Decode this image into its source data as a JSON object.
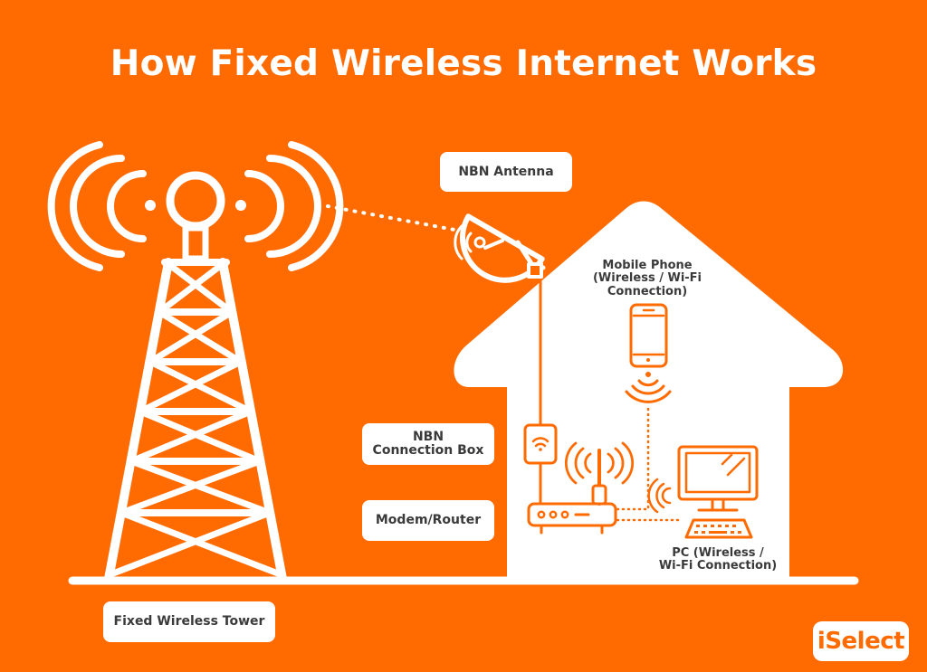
{
  "title": "How Fixed Wireless Internet Works",
  "labels": {
    "nbn_antenna": "NBN Antenna",
    "nbn_connection_box": "NBN\nConnection Box",
    "modem_router": "Modem/Router",
    "fixed_wireless_tower": "Fixed Wireless Tower",
    "mobile_phone": "Mobile Phone\n(Wireless / Wi-Fi\nConnection)",
    "pc": "PC (Wireless /\nWi-Fi Connection)"
  },
  "logo": "iSelect",
  "colors": {
    "background": "#FF6B00",
    "foreground": "#FFFFFF",
    "label_text": "#3A3A3A"
  },
  "icons": [
    "tower-icon",
    "antenna-dish-icon",
    "house-icon",
    "connection-box-icon",
    "router-icon",
    "mobile-phone-icon",
    "pc-monitor-icon",
    "keyboard-icon",
    "wifi-signal-icon"
  ]
}
